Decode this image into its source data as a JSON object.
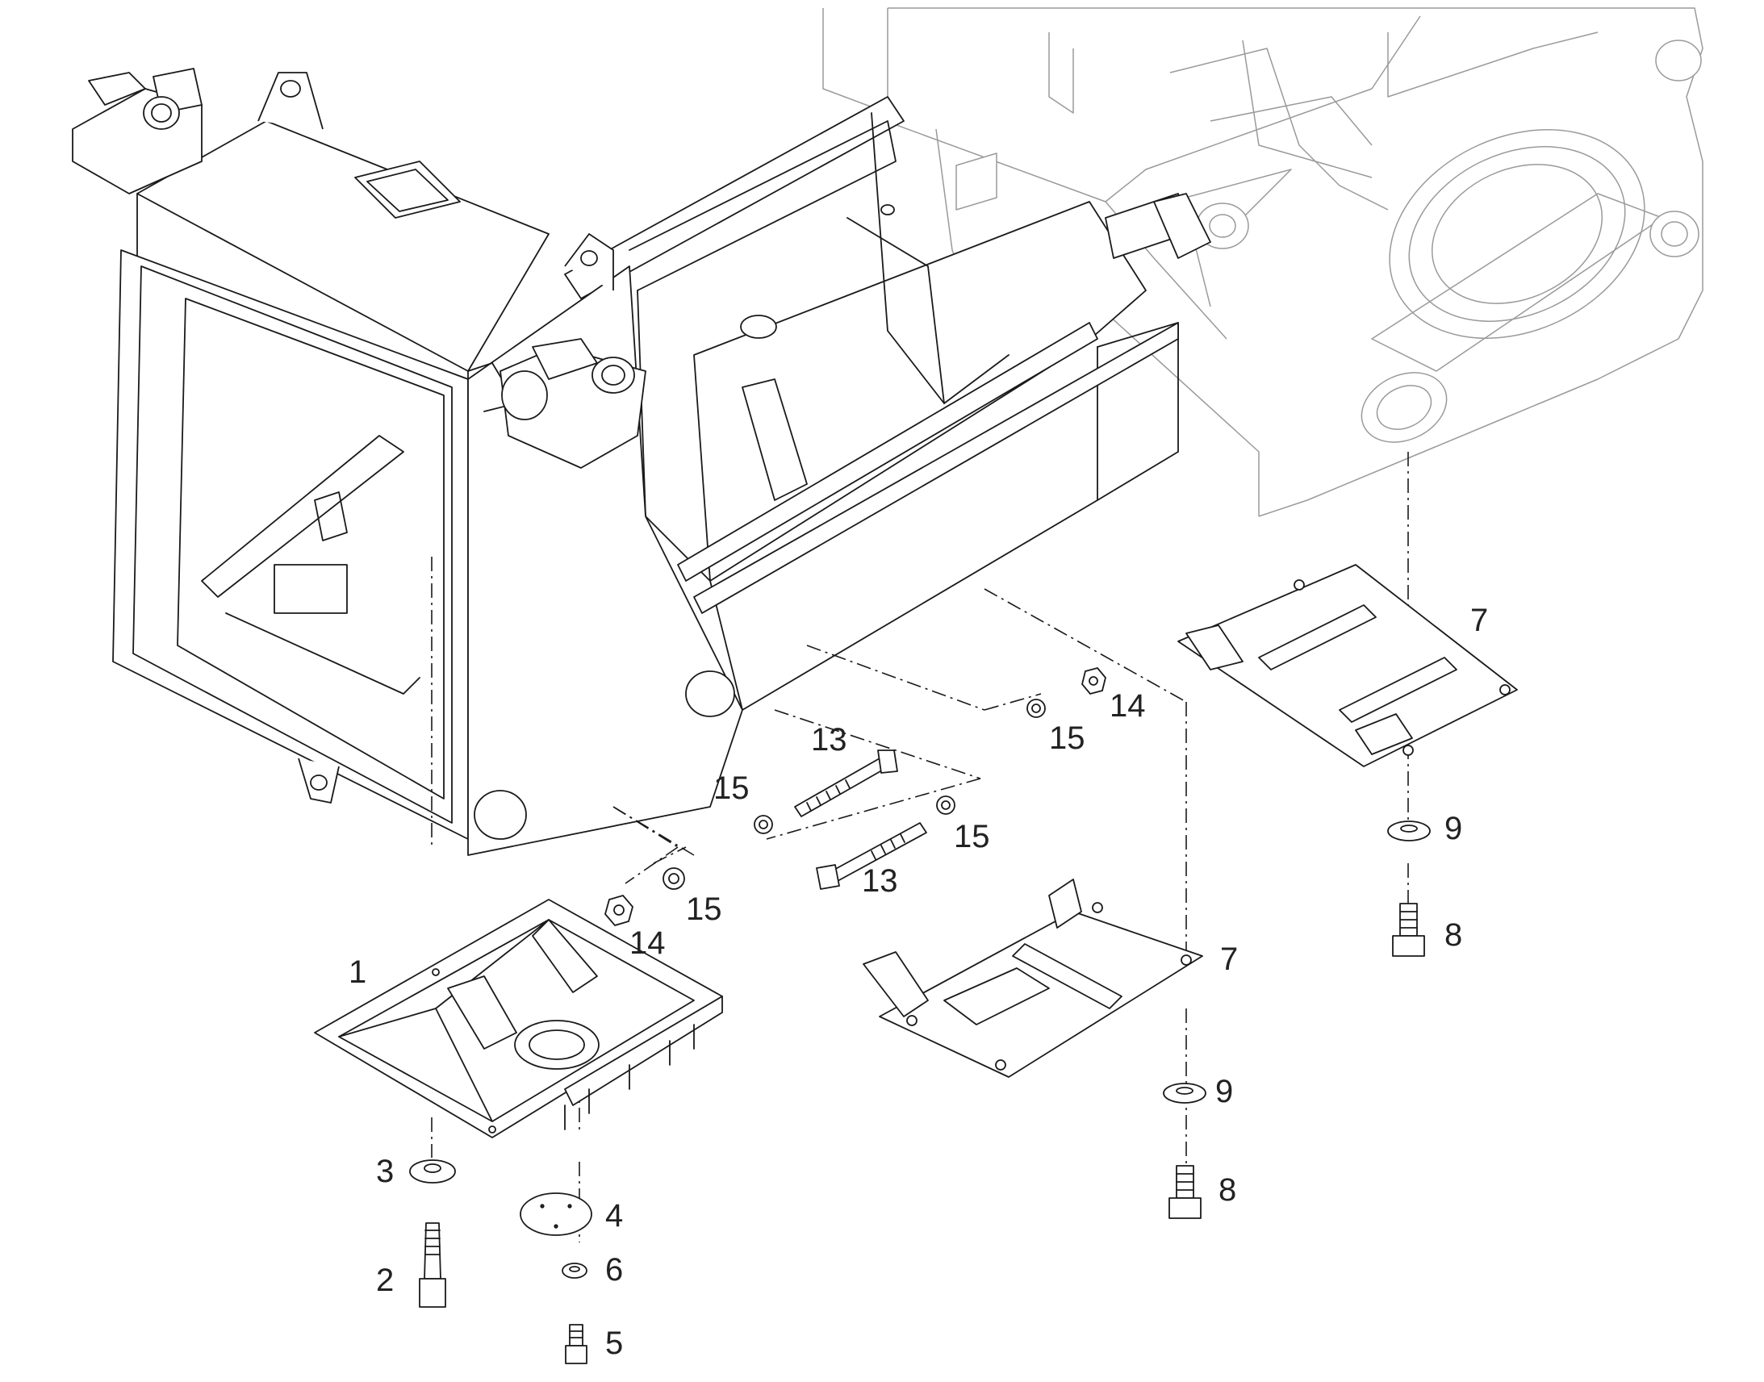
{
  "diagram": {
    "callouts": [
      {
        "id": "c1",
        "text": "1"
      },
      {
        "id": "c2",
        "text": "2"
      },
      {
        "id": "c3",
        "text": "3"
      },
      {
        "id": "c4",
        "text": "4"
      },
      {
        "id": "c5",
        "text": "5"
      },
      {
        "id": "c6",
        "text": "6"
      },
      {
        "id": "c7a",
        "text": "7"
      },
      {
        "id": "c7b",
        "text": "7"
      },
      {
        "id": "c8a",
        "text": "8"
      },
      {
        "id": "c8b",
        "text": "8"
      },
      {
        "id": "c9a",
        "text": "9"
      },
      {
        "id": "c9b",
        "text": "9"
      },
      {
        "id": "c13a",
        "text": "13"
      },
      {
        "id": "c13b",
        "text": "13"
      },
      {
        "id": "c14a",
        "text": "14"
      },
      {
        "id": "c14b",
        "text": "14"
      },
      {
        "id": "c15a",
        "text": "15"
      },
      {
        "id": "c15b",
        "text": "15"
      },
      {
        "id": "c15c",
        "text": "15"
      },
      {
        "id": "c15d",
        "text": "15"
      }
    ]
  }
}
